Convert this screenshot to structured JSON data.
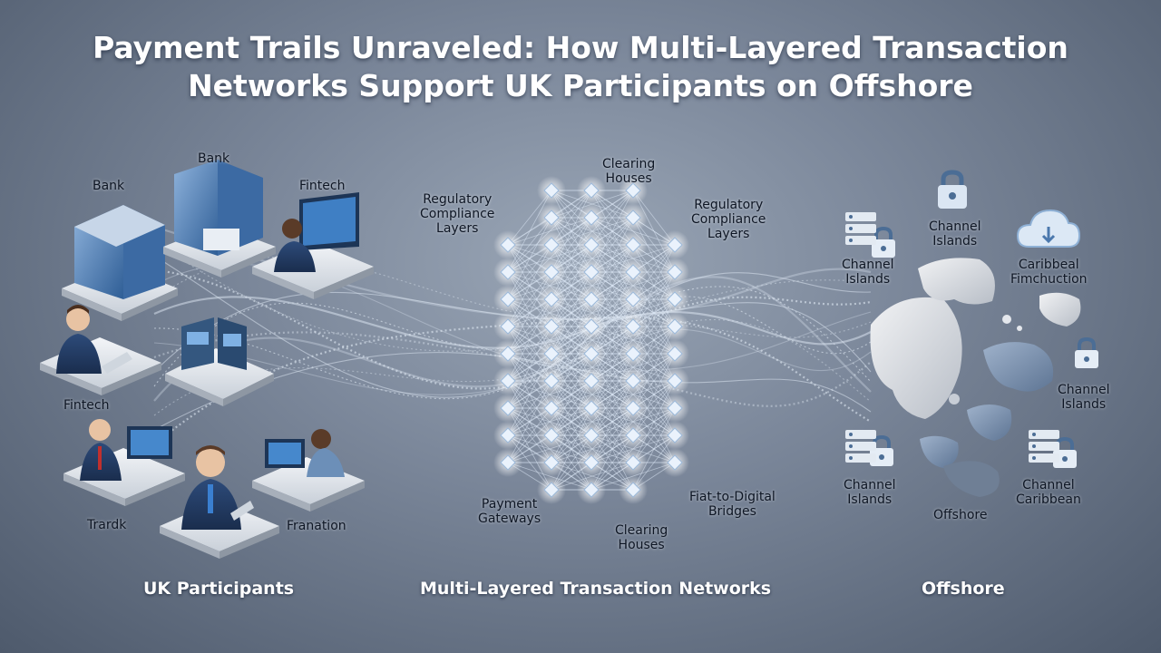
{
  "title": {
    "line1": "Payment Trails Unraveled: How Multi-Layered Transaction",
    "line2": "Networks Support UK Participants on Offshore"
  },
  "sections": {
    "left": "UK Participants",
    "center": "Multi-Layered Transaction Networks",
    "right": "Offshore"
  },
  "uk_participants": {
    "bank_1": "Bank",
    "bank_2": "Bank",
    "fintech_1": "Fintech",
    "fintech_2": "Fintech",
    "trader": "Trardk",
    "franation": "Franation"
  },
  "network": {
    "clearing_top": [
      "Clearing",
      "Houses"
    ],
    "reg_left": [
      "Regulatory",
      "Compliance",
      "Layers"
    ],
    "reg_right": [
      "Regulatory",
      "Compliance",
      "Layers"
    ],
    "payment_gateways": [
      "Payment",
      "Gateways"
    ],
    "fiat_bridges": [
      "Fiat-to-Digital",
      "Bridges"
    ],
    "clearing_bottom": [
      "Clearing",
      "Houses"
    ]
  },
  "offshore": {
    "ci_top": [
      "Channel",
      "Islands"
    ],
    "ci_left": [
      "Channel",
      "Islands"
    ],
    "caribbean": [
      "Caribbeal",
      "Fimchuction"
    ],
    "ci_right": [
      "Channel",
      "Islands"
    ],
    "ci_bottom_left": [
      "Channel",
      "Islands"
    ],
    "offshore_label": "Offshore",
    "channel_caribbean": [
      "Channel",
      "Caribbean"
    ]
  },
  "colors": {
    "accent": "#dbe9f8",
    "node": "#eaf2fc",
    "platform": "#e6eaef",
    "building_glass": "#4d7fb8"
  },
  "icons": [
    "bank-building-icon",
    "fintech-desk-icon",
    "padlock-icon",
    "server-rack-icon",
    "cloud-icon",
    "island-map-icon",
    "network-node-icon"
  ]
}
